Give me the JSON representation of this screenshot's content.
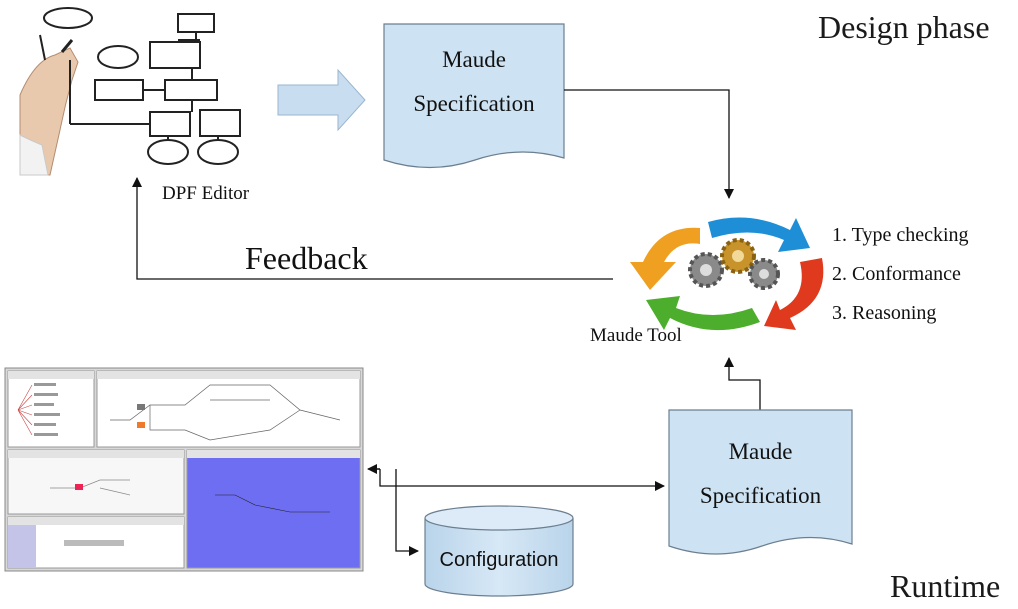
{
  "phases": {
    "design": "Design phase",
    "runtime": "Runtime"
  },
  "editor": {
    "label": "DPF Editor"
  },
  "spec_top": {
    "line1": "Maude",
    "line2": "Specification"
  },
  "spec_bottom": {
    "line1": "Maude",
    "line2": "Specification"
  },
  "feedback": {
    "label": "Feedback"
  },
  "tool": {
    "label": "Maude Tool",
    "steps": [
      "1. Type checking",
      "2. Conformance",
      "3. Reasoning"
    ]
  },
  "config": {
    "label": "Configuration"
  },
  "colors": {
    "doc_fill": "#cde3f3",
    "doc_stroke": "#6c7f90",
    "arrow_fill": "#c8ddf0",
    "cycle_orange": "#f0a020",
    "cycle_blue": "#1e8fd6",
    "cycle_red": "#e03a1e",
    "cycle_green": "#4cae2c",
    "runtime_panel": "#6e6ef2"
  }
}
